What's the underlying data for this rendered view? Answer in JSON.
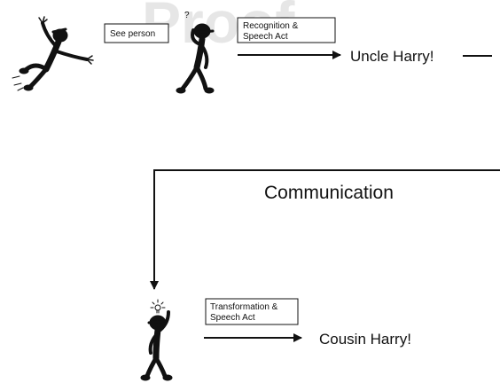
{
  "watermark": "Proof",
  "top_row": {
    "see_box": "See person",
    "recognition_box_line1": "Recognition &",
    "recognition_box_line2": "Speech Act",
    "utterance": "Uncle Harry!"
  },
  "middle": {
    "channel_label": "Communication"
  },
  "bottom_row": {
    "transformation_box_line1": "Transformation &",
    "transformation_box_line2": "Speech Act",
    "utterance": "Cousin Harry!"
  }
}
